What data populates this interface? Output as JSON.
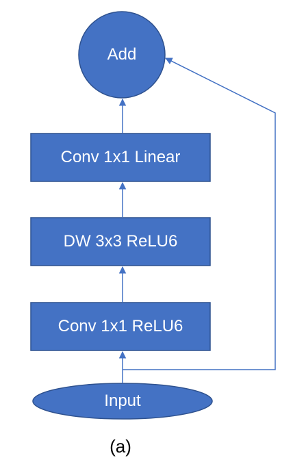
{
  "diagram": {
    "nodes": {
      "add": "Add",
      "conv_linear": "Conv 1x1 Linear",
      "dw": "DW 3x3 ReLU6",
      "conv_relu": "Conv 1x1 ReLU6",
      "input": "Input"
    },
    "caption": "(a)",
    "colors": {
      "fill": "#4472C4",
      "stroke": "#2F528F",
      "arrow": "#4472C4",
      "text": "#FFFFFF"
    }
  }
}
